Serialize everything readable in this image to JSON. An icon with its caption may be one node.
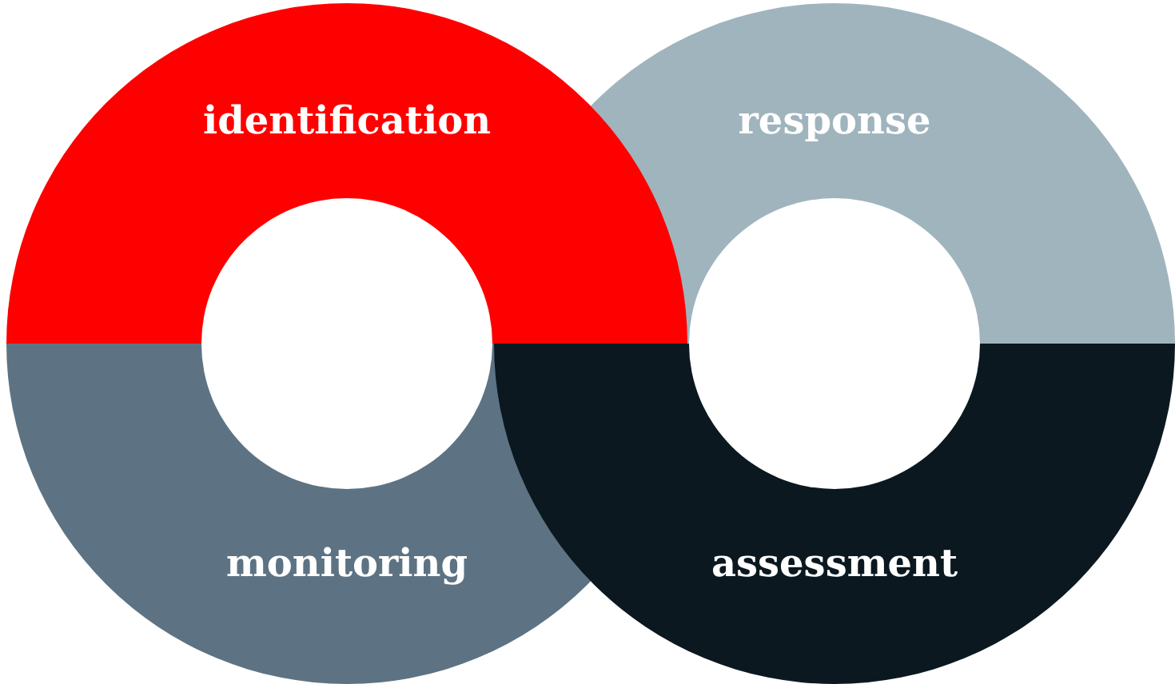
{
  "diagram": {
    "nodes": [
      {
        "text": [
          "identification"
        ]
      },
      {
        "text": [
          "response"
        ]
      },
      {
        "text": [
          "monitoring"
        ]
      },
      {
        "text": [
          "assessment"
        ]
      }
    ]
  }
}
